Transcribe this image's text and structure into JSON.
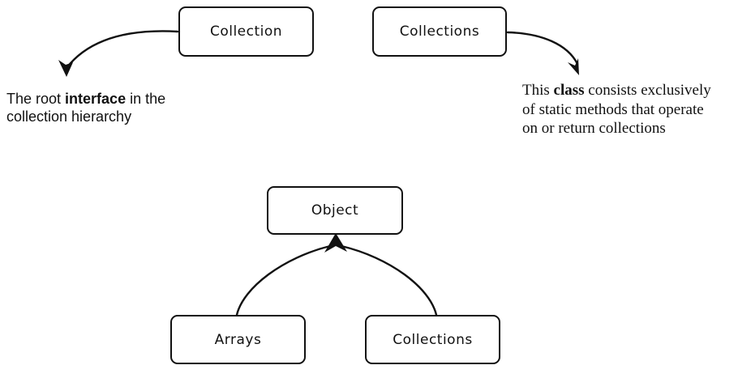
{
  "diagram": {
    "colors": {
      "background": "#ffffff",
      "stroke": "#111111",
      "text": "#111111"
    },
    "boxes": {
      "top_left": {
        "label": "Collection"
      },
      "top_right": {
        "label": "Collections"
      },
      "center": {
        "label": "Object"
      },
      "bottom_left": {
        "label": "Arrays"
      },
      "bottom_right": {
        "label": "Collections"
      }
    },
    "notes": {
      "left": {
        "line1_pre": "The root ",
        "line1_bold": "interface",
        "line1_post": " in the",
        "line2": "collection hierarchy"
      },
      "right": {
        "line1_pre": "This ",
        "line1_bold": "class",
        "line1_post": " consists exclusively",
        "line2": "of static methods that operate",
        "line3": "on or return collections"
      }
    }
  }
}
